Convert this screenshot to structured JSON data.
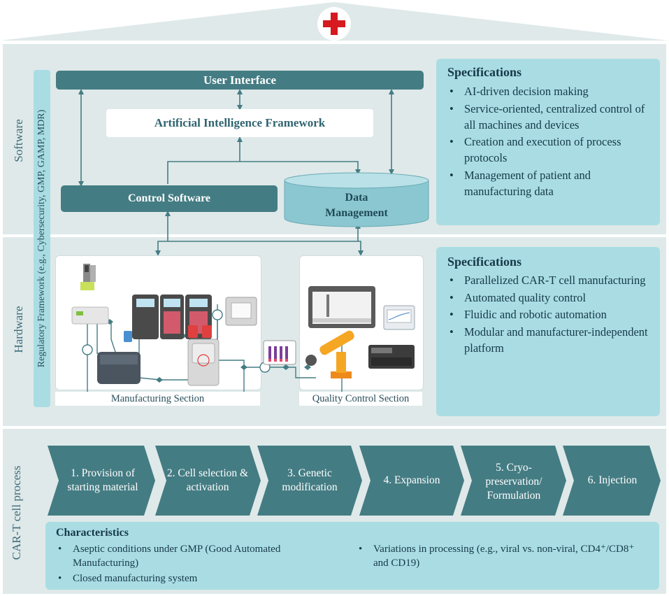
{
  "colors": {
    "teal_dark": "#447c83",
    "teal_light": "#a9dde3",
    "section_bg": "#dfe9e9",
    "red_cross": "#d71920"
  },
  "icons": [
    "red-cross-icon"
  ],
  "software": {
    "side_label": "Software",
    "user_interface": "User Interface",
    "ai_framework": "Artificial Intelligence Framework",
    "control_software": "Control Software",
    "data_management": "Data Management",
    "specs": {
      "title": "Specifications",
      "items": [
        "AI-driven decision making",
        "Service-oriented, centralized control of all machines and devices",
        "Creation and execution of process protocols",
        "Management of patient and manufacturing data"
      ]
    }
  },
  "regulatory_label": "Regulatory Framework (e.g., Cybersecurity, GMP, GAMP, MDR)",
  "hardware": {
    "side_label": "Hardware",
    "manufacturing_caption": "Manufacturing Section",
    "qc_caption": "Quality Control Section",
    "specs": {
      "title": "Specifications",
      "items": [
        "Parallelized CAR-T cell manufacturing",
        "Automated quality control",
        "Fluidic and robotic automation",
        "Modular and manufacturer-independent platform"
      ]
    }
  },
  "process": {
    "side_label": "CAR-T cell process",
    "steps": [
      "1. Provision of starting material",
      "2. Cell selection & activation",
      "3. Genetic modification",
      "4. Expansion",
      "5. Cryo-preservation/ Formulation",
      "6. Injection"
    ],
    "characteristics": {
      "title": "Characteristics",
      "left": [
        "Aseptic conditions under GMP (Good Automated Manufacturing)",
        "Closed manufacturing system"
      ],
      "right": [
        "Variations in processing (e.g., viral vs. non-viral, CD4⁺/CD8⁺ and CD19)"
      ]
    }
  }
}
